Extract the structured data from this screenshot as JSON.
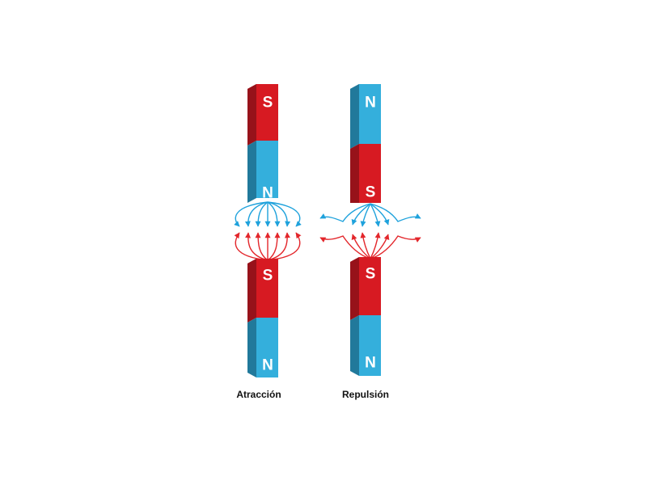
{
  "colors": {
    "red_face": "#d71a22",
    "red_side": "#97121a",
    "red_top": "#b5151c",
    "blue_face": "#34afdc",
    "blue_side": "#21799b",
    "blue_top": "#2a93bd",
    "field_blue": "#1fa2dc",
    "field_red": "#e3262b",
    "text": "#111111"
  },
  "attraction": {
    "caption": "Atracción",
    "magnets": [
      {
        "top_pole": "S",
        "bottom_pole": "N"
      },
      {
        "top_pole": "S",
        "bottom_pole": "N"
      }
    ]
  },
  "repulsion": {
    "caption": "Repulsión",
    "magnets": [
      {
        "top_pole": "N",
        "bottom_pole": "S"
      },
      {
        "top_pole": "S",
        "bottom_pole": "N"
      }
    ]
  }
}
